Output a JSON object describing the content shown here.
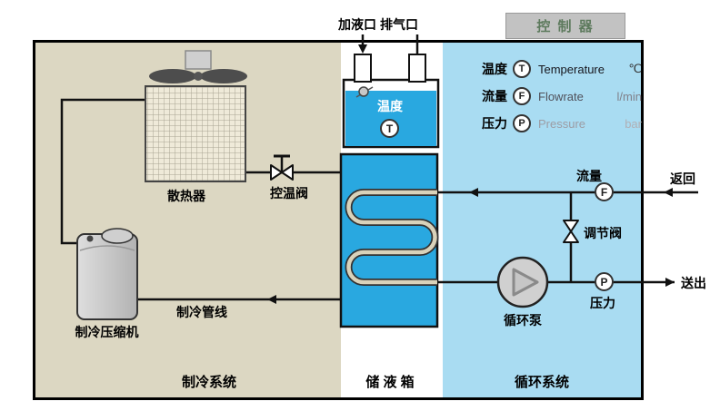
{
  "controller": {
    "label": "控 制 器"
  },
  "ports": {
    "fill": "加液口",
    "vent": "排气口"
  },
  "legend": {
    "rows": [
      {
        "cn": "温度",
        "symbol": "T",
        "en": "Temperature",
        "unit": "℃"
      },
      {
        "cn": "流量",
        "symbol": "F",
        "en": "Flowrate",
        "unit": "l/min"
      },
      {
        "cn": "压力",
        "symbol": "P",
        "en": "Pressure",
        "unit": "bar"
      }
    ]
  },
  "refrigeration": {
    "radiator_label": "散热器",
    "valve_label": "控温阀",
    "compressor_label": "制冷压缩机",
    "pipeline_label": "制冷管线",
    "section_label": "制冷系统"
  },
  "tank": {
    "temp_label": "温度",
    "sensor_symbol": "T",
    "section_label": "储 液 箱"
  },
  "circulation": {
    "flow_label": "流量",
    "flow_symbol": "F",
    "pressure_label": "压力",
    "pressure_symbol": "P",
    "valve_label": "调节阀",
    "pump_label": "循环泵",
    "return_label": "返回",
    "outlet_label": "送出",
    "section_label": "循环系统"
  },
  "colors": {
    "refrigeration_bg": "#dcd7c2",
    "circulation_bg": "#a9dcf2",
    "liquid_blue": "#29a8e0",
    "coil_tube": "#d9d2ba",
    "controller_bg": "#c2c2c2",
    "controller_text": "#5d7a5d",
    "pipe": "#111111"
  }
}
